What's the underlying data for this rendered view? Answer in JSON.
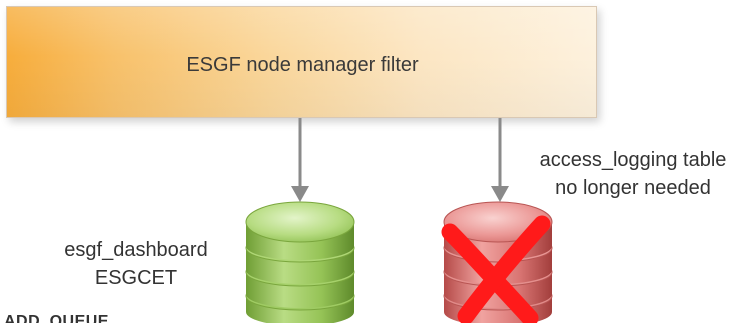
{
  "filter_box": {
    "label": "ESGF node manager filter"
  },
  "databases": {
    "dashboard": {
      "caption_line1": "esgf_dashboard",
      "caption_line2": "ESGCET",
      "color": "#8cc04a",
      "status": "active"
    },
    "access_logging": {
      "caption_line1": "access_logging table",
      "caption_line2": "no longer needed",
      "color": "#e57373",
      "status": "removed",
      "cross_color": "#ff1a1a"
    }
  },
  "cropped_text": "ADD_QUEUE"
}
